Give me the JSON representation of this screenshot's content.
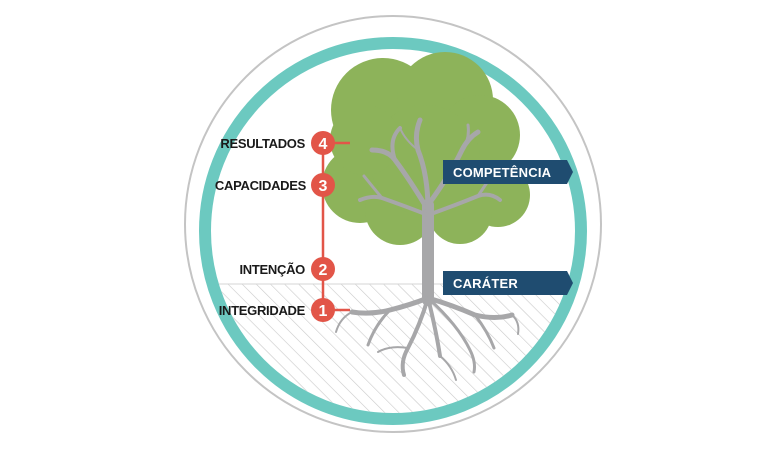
{
  "diagram": {
    "steps": [
      {
        "number": "4",
        "label": "RESULTADOS"
      },
      {
        "number": "3",
        "label": "CAPACIDADES"
      },
      {
        "number": "2",
        "label": "INTENÇÃO"
      },
      {
        "number": "1",
        "label": "INTEGRIDADE"
      }
    ],
    "banners": {
      "top": "COMPETÊNCIA",
      "bottom": "CARÁTER"
    },
    "colors": {
      "ring_outer": "#c4c4c4",
      "ring_inner": "#6cc9c0",
      "canopy": "#8db35a",
      "trunk": "#a7a7a9",
      "badge": "#e25548",
      "banner": "#1f4c70",
      "hatch": "#c9c9c9"
    }
  }
}
